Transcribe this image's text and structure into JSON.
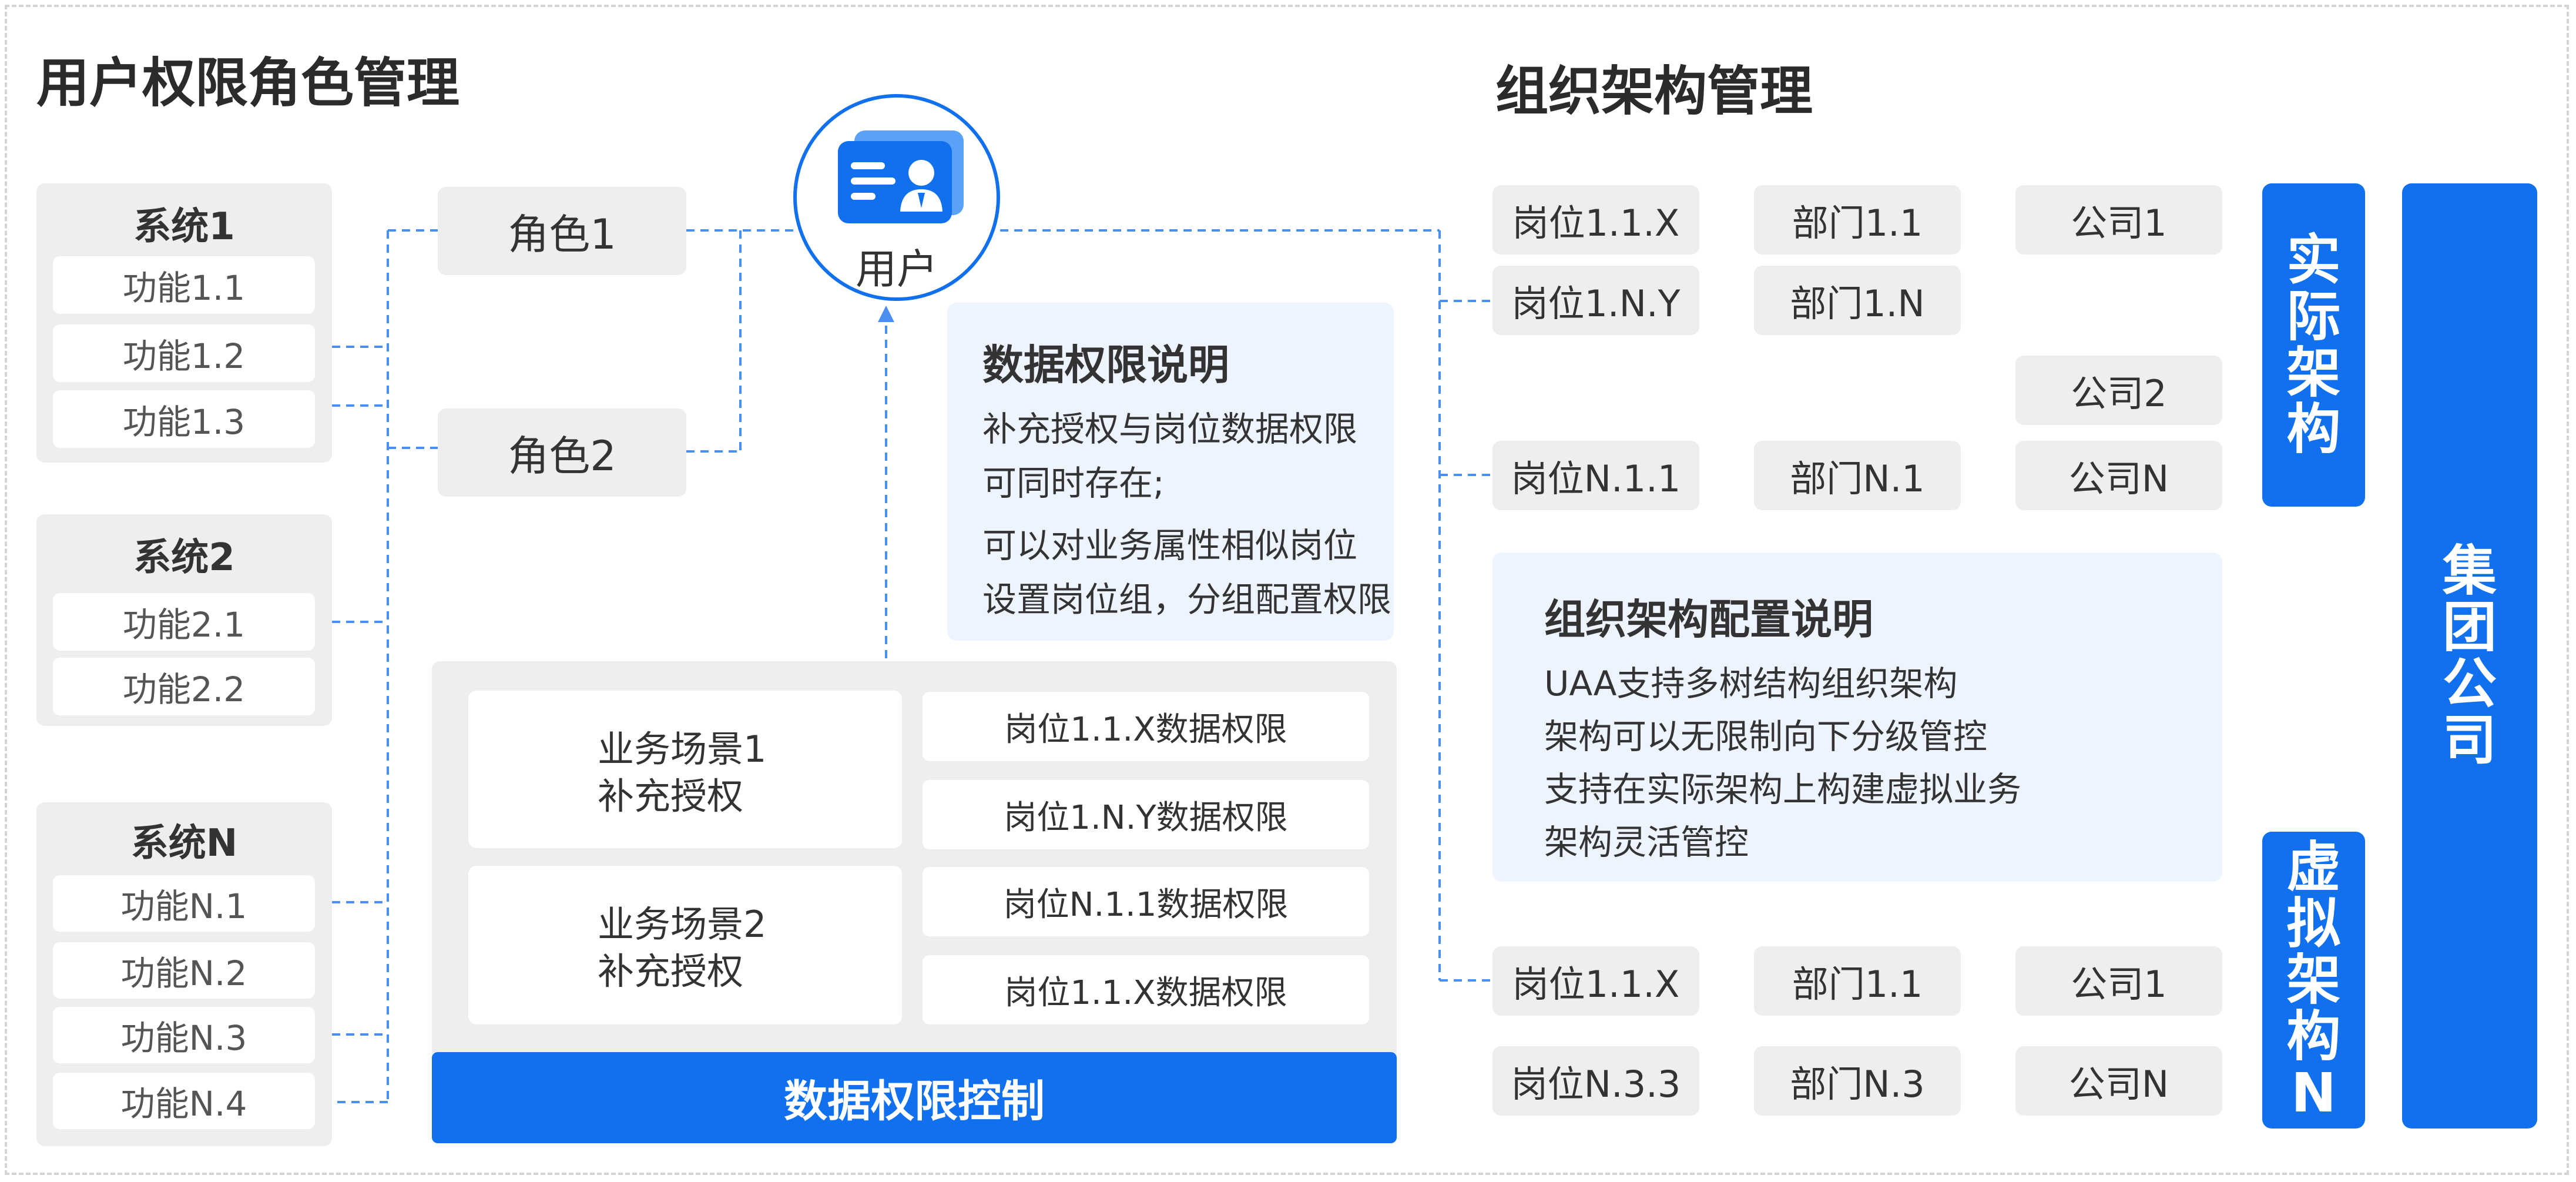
{
  "headings": {
    "left": "用户权限角色管理",
    "right": "组织架构管理"
  },
  "systems": [
    {
      "title": "系统1",
      "functions": [
        "功能1.1",
        "功能1.2",
        "功能1.3"
      ]
    },
    {
      "title": "系统2",
      "functions": [
        "功能2.1",
        "功能2.2"
      ]
    },
    {
      "title": "系统N",
      "functions": [
        "功能N.1",
        "功能N.2",
        "功能N.3",
        "功能N.4"
      ]
    }
  ],
  "roles": [
    "角色1",
    "角色2"
  ],
  "user": {
    "label": "用户",
    "icon": "user-card-icon"
  },
  "data_permission_note": {
    "title": "数据权限说明",
    "lines": [
      "补充授权与岗位数据权限",
      "可同时存在;",
      "可以对业务属性相似岗位",
      "设置岗位组，分组配置权限"
    ]
  },
  "scenarios": [
    {
      "lines": [
        "业务场景1",
        "补充授权"
      ],
      "permissions": [
        "岗位1.1.X数据权限",
        "岗位1.N.Y数据权限"
      ]
    },
    {
      "lines": [
        "业务场景2",
        "补充授权"
      ],
      "permissions": [
        "岗位N.1.1数据权限",
        "岗位1.1.X数据权限"
      ]
    }
  ],
  "data_control_label": "数据权限控制",
  "org_actual": {
    "rows": [
      [
        "岗位1.1.X",
        "部门1.1",
        "公司1"
      ],
      [
        "岗位1.N.Y",
        "部门1.N"
      ],
      [
        "公司2"
      ],
      [
        "岗位N.1.1",
        "部门N.1",
        "公司N"
      ]
    ]
  },
  "org_config_note": {
    "title": "组织架构配置说明",
    "lines": [
      "UAA支持多树结构组织架构",
      "架构可以无限制向下分级管控",
      "支持在实际架构上构建虚拟业务",
      "架构灵活管控"
    ]
  },
  "org_virtual": {
    "rows": [
      [
        "岗位1.1.X",
        "部门1.1",
        "公司1"
      ],
      [
        "岗位N.3.3",
        "部门N.3",
        "公司N"
      ]
    ]
  },
  "side_labels": {
    "actual": "实际架构",
    "virtual": "虚拟架构N",
    "group": "集团公司"
  },
  "colors": {
    "accent": "#1170ee",
    "connector": "#4a90f0",
    "panel": "#eeeeee",
    "note_bg": "#eef4ff"
  }
}
